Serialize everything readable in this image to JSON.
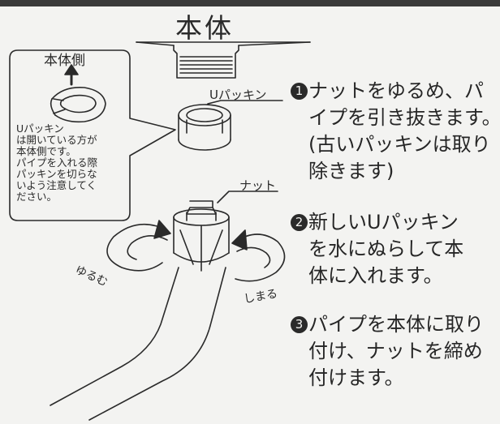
{
  "title": "本体",
  "callout": {
    "direction_label": "本体側",
    "note_lines": [
      "Uパッキン",
      "は開いている方が",
      "本体側です。",
      "パイプを入れる際",
      "パッキンを切らな",
      "いよう注意してく",
      "ださい。"
    ]
  },
  "labels": {
    "u_packing": "Uパッキン",
    "nut": "ナット",
    "loosen": "ゆるむ",
    "tighten": "しまる"
  },
  "steps": [
    {
      "number": "1",
      "lines": [
        "ナットをゆるめ、パ",
        "イプを引き抜きます。",
        "(古いパッキンは取り",
        "除きます)"
      ]
    },
    {
      "number": "2",
      "lines": [
        "新しいUパッキン",
        "を水にぬらして本",
        "体に入れます。"
      ]
    },
    {
      "number": "3",
      "lines": [
        "パイプを本体に取り",
        "付け、ナットを締め",
        "付けます。"
      ]
    }
  ],
  "colors": {
    "ink": "#2a2a2a",
    "background": "#f3f3f1",
    "header_bar": "#3a3a3a"
  }
}
